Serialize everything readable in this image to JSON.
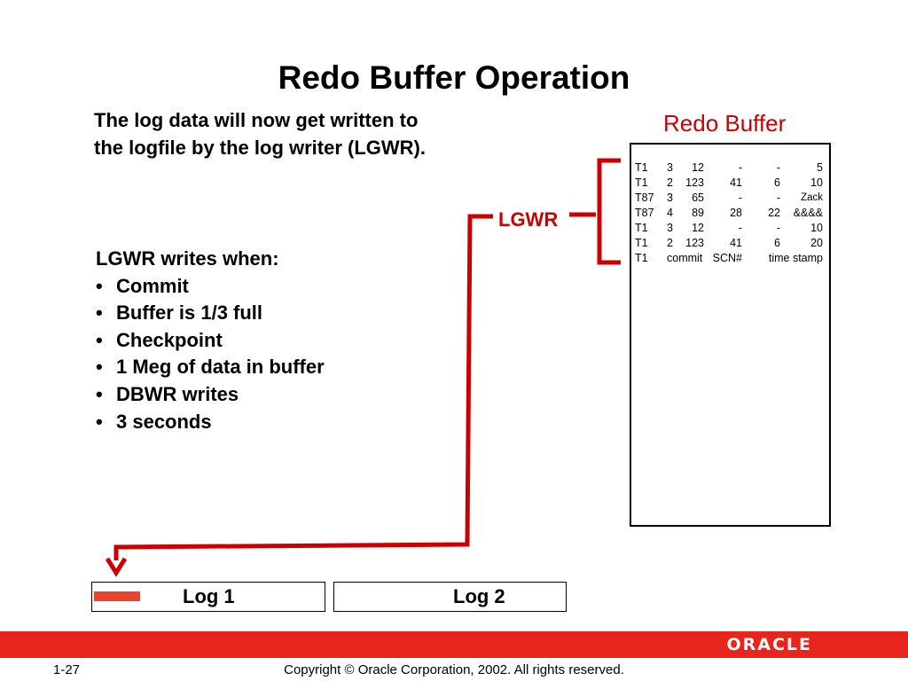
{
  "slide": {
    "title": "Redo Buffer Operation",
    "intro": "The log data will now get written to the logfile by the log writer (LGWR).",
    "lgwr_label": "LGWR",
    "redo_buffer_label": "Redo Buffer"
  },
  "lgwr_writes": {
    "header": "LGWR writes when:",
    "bullet": "•",
    "items": [
      "Commit",
      "Buffer is 1/3 full",
      "Checkpoint",
      "1 Meg of data in buffer",
      "DBWR writes",
      "3 seconds"
    ]
  },
  "redo_buffer": {
    "rows": [
      [
        "T1",
        "3",
        "12",
        "-",
        "-",
        "5"
      ],
      [
        "T1",
        "2",
        "123",
        "41",
        "6",
        "10"
      ],
      [
        "T87",
        "3",
        "65",
        "-",
        "-",
        "Zack"
      ],
      [
        "T87",
        "4",
        "89",
        "28",
        "22",
        "&&&&"
      ],
      [
        "T1",
        "3",
        "12",
        "-",
        "-",
        "10"
      ],
      [
        "T1",
        "2",
        "123",
        "41",
        "6",
        "20"
      ]
    ],
    "legend": [
      "T1",
      "commit",
      "SCN#",
      "time stamp"
    ]
  },
  "logs": {
    "log1": "Log 1",
    "log2": "Log 2"
  },
  "footer": {
    "page_number": "1-27",
    "copyright": "Copyright © Oracle Corporation, 2002. All rights reserved.",
    "logo": "ORACLE"
  },
  "colors": {
    "accent_red": "#cc0000",
    "footer_red": "#e8251c",
    "marker_red": "#e8452f"
  }
}
